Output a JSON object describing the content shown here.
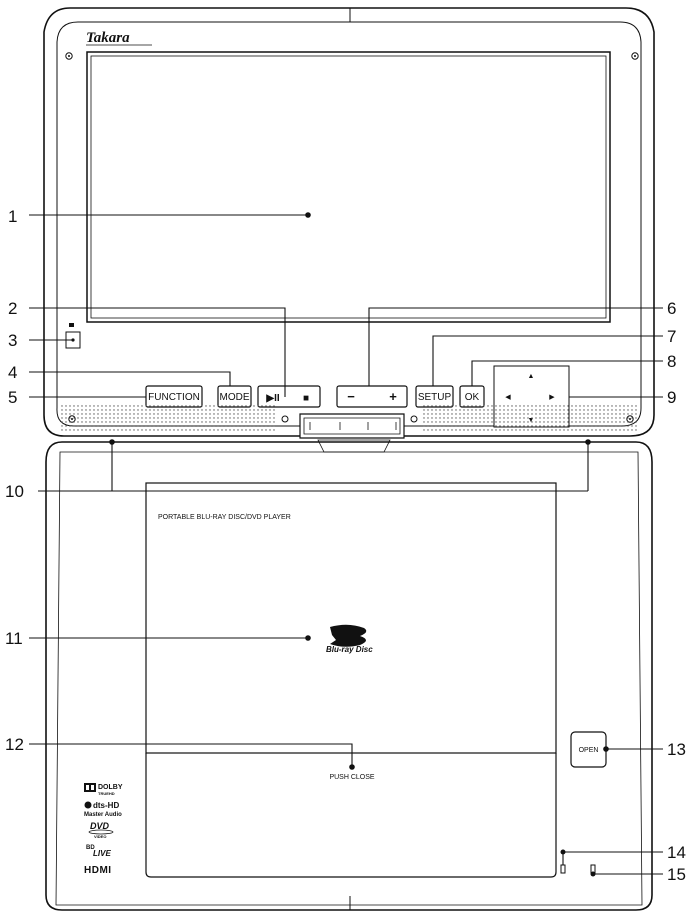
{
  "brand": "Takara",
  "disc_label": "PORTABLE BLU-RAY DISC/DVD PLAYER",
  "bluray_logo_text": "Blu-ray Disc",
  "push_close": "PUSH CLOSE",
  "buttons": {
    "function": "FUNCTION",
    "mode": "MODE",
    "play_pause": "▶II",
    "stop": "■",
    "vol_minus": "−",
    "vol_plus": "+",
    "setup": "SETUP",
    "ok": "OK",
    "open": "OPEN"
  },
  "arrows": {
    "up": "▲",
    "down": "▼",
    "left": "◀",
    "right": "▶"
  },
  "certifications": {
    "dolby": "DOLBY",
    "dolby_sub": "TRUEHD",
    "dts": "dts-HD",
    "dts_sub": "Master Audio",
    "dvd": "DVD",
    "dvd_sub": "VIDEO",
    "bdlive_bd": "BD",
    "bdlive": "LIVE",
    "hdmi": "HDMI"
  },
  "callouts": [
    "1",
    "2",
    "3",
    "4",
    "5",
    "6",
    "7",
    "8",
    "9",
    "10",
    "11",
    "12",
    "13",
    "14",
    "15"
  ]
}
